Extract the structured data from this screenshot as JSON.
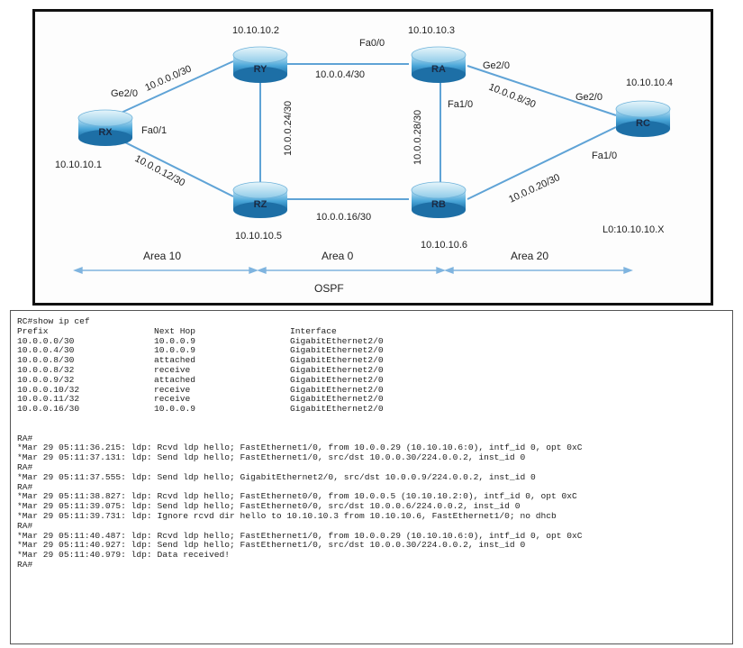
{
  "topology": {
    "routers": {
      "RX": {
        "name": "RX",
        "ip": "10.10.10.1"
      },
      "RY": {
        "name": "RY",
        "ip": "10.10.10.2"
      },
      "RZ": {
        "name": "RZ",
        "ip": "10.10.10.5"
      },
      "RA": {
        "name": "RA",
        "ip": "10.10.10.3"
      },
      "RB": {
        "name": "RB",
        "ip": "10.10.10.6"
      },
      "RC": {
        "name": "RC",
        "ip": "10.10.10.4"
      }
    },
    "links": {
      "rx_ry": "10.0.0.0/30",
      "ry_ra": "10.0.0.4/30",
      "ry_rz": "10.0.0.24/30",
      "rx_rz": "10.0.0.12/30",
      "rz_rb": "10.0.0.16/30",
      "ra_rb": "10.0.0.28/30",
      "ra_rc": "10.0.0.8/30",
      "rb_rc": "10.0.0.20/30"
    },
    "interfaces": {
      "rx_ge": "Ge2/0",
      "rx_fa": "Fa0/1",
      "ra_fa00": "Fa0/0",
      "ra_ge": "Ge2/0",
      "ra_fa10": "Fa1/0",
      "rc_ge": "Ge2/0",
      "rc_fa": "Fa1/0"
    },
    "loopback_note": "L0:10.10.10.X",
    "areas": {
      "a10": "Area 10",
      "a0": "Area 0",
      "a20": "Area 20"
    },
    "protocol": "OSPF"
  },
  "cli": {
    "command": "RC#show ip cef",
    "cef_headers": [
      "Prefix",
      "Next Hop",
      "Interface"
    ],
    "cef_rows": [
      [
        "10.0.0.0/30",
        "10.0.0.9",
        "GigabitEthernet2/0"
      ],
      [
        "10.0.0.4/30",
        "10.0.0.9",
        "GigabitEthernet2/0"
      ],
      [
        "10.0.0.8/30",
        "attached",
        "GigabitEthernet2/0"
      ],
      [
        "10.0.0.8/32",
        "receive",
        "GigabitEthernet2/0"
      ],
      [
        "10.0.0.9/32",
        "attached",
        "GigabitEthernet2/0"
      ],
      [
        "10.0.0.10/32",
        "receive",
        "GigabitEthernet2/0"
      ],
      [
        "10.0.0.11/32",
        "receive",
        "GigabitEthernet2/0"
      ],
      [
        "10.0.0.16/30",
        "10.0.0.9",
        "GigabitEthernet2/0"
      ]
    ],
    "log_lines": [
      "RA#",
      "*Mar 29 05:11:36.215: ldp: Rcvd ldp hello; FastEthernet1/0, from 10.0.0.29 (10.10.10.6:0), intf_id 0, opt 0xC",
      "*Mar 29 05:11:37.131: ldp: Send ldp hello; FastEthernet1/0, src/dst 10.0.0.30/224.0.0.2, inst_id 0",
      "RA#",
      "*Mar 29 05:11:37.555: ldp: Send ldp hello; GigabitEthernet2/0, src/dst 10.0.0.9/224.0.0.2, inst_id 0",
      "RA#",
      "*Mar 29 05:11:38.827: ldp: Rcvd ldp hello; FastEthernet0/0, from 10.0.0.5 (10.10.10.2:0), intf_id 0, opt 0xC",
      "*Mar 29 05:11:39.075: ldp: Send ldp hello; FastEthernet0/0, src/dst 10.0.0.6/224.0.0.2, inst_id 0",
      "*Mar 29 05:11:39.731: ldp: Ignore rcvd dir hello to 10.10.10.3 from 10.10.10.6, FastEthernet1/0; no dhcb",
      "RA#",
      "*Mar 29 05:11:40.487: ldp: Rcvd ldp hello; FastEthernet1/0, from 10.0.0.29 (10.10.10.6:0), intf_id 0, opt 0xC",
      "*Mar 29 05:11:40.927: ldp: Send ldp hello; FastEthernet1/0, src/dst 10.0.0.30/224.0.0.2, inst_id 0",
      "*Mar 29 05:11:40.979: ldp: Data received!",
      "RA#"
    ]
  }
}
